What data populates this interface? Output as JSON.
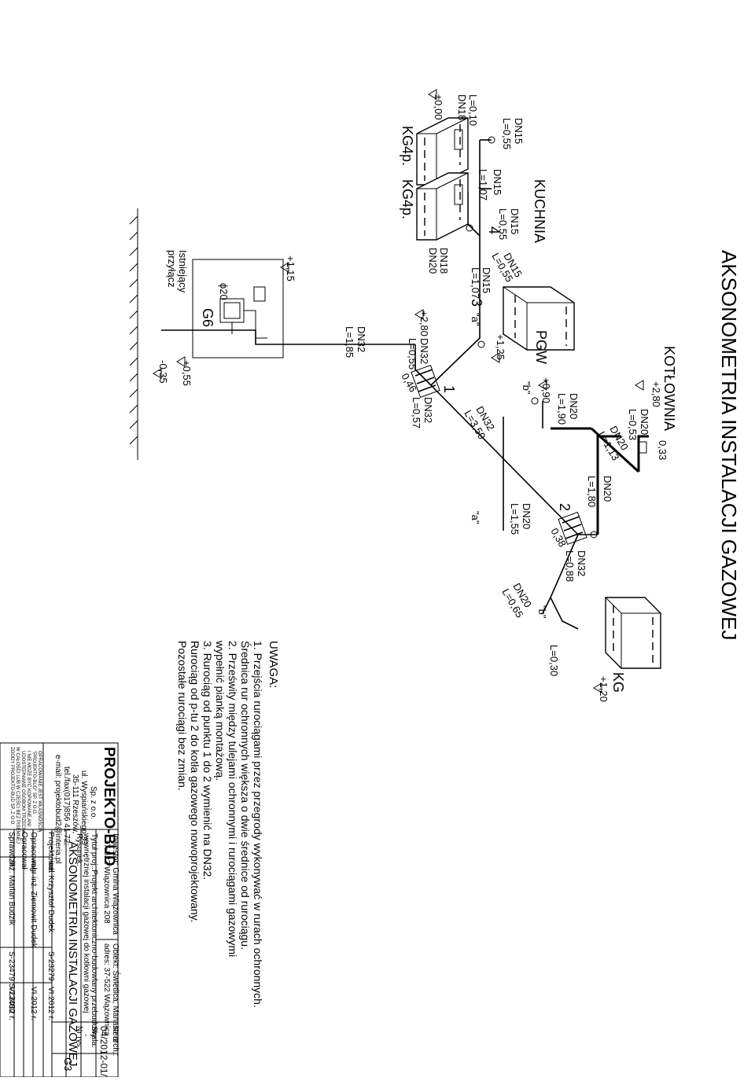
{
  "drawing": {
    "title": "AKSONOMETRIA INSTALACJI GAZOWEJ",
    "rooms": {
      "kitchen": "KUCHNIA",
      "boiler_room": "KOTŁOWNIA"
    },
    "devices": {
      "kg4_a": "KG4p.",
      "kg4_b": "KG4p.",
      "pgw": "PGW",
      "kg": "KG",
      "meter": "G6",
      "meter_dn": "ϕ20",
      "existing": [
        "Istniejący",
        "przyłącz"
      ]
    },
    "points": {
      "p1": "1",
      "p2": "2",
      "p3": "3",
      "p4": "4",
      "a1": "\"a\"",
      "a2": "\"a\"",
      "b1": "\"b\"",
      "b2": "\"b\""
    },
    "elevations": {
      "e000": "±0,00",
      "e115": "+1,15",
      "e055": "+0,55",
      "em035": "-0,35",
      "e280a": "+2,80",
      "e125": "+1,25",
      "e090": "+0,90",
      "e280b": "+2,80",
      "e033": "0,33",
      "e120": "+1,20",
      "e046": "0,46",
      "e038": "0,38"
    },
    "pipes": {
      "p_dn18_010": [
        "DN18",
        "L=0,10"
      ],
      "p_dn15_055a": [
        "DN15",
        "L=0,55"
      ],
      "p_dn15_107a": [
        "DN15",
        "L=1,07"
      ],
      "p_dn15_055b": [
        "DN15",
        "L=0,55"
      ],
      "p_dn18_dn20": [
        "DN18",
        "DN20"
      ],
      "p_dn15_055c": [
        "DN15",
        "L=0,55"
      ],
      "p_dn15_107b": [
        "L=1,07",
        "DN15"
      ],
      "p_dn32_185": [
        "DN32",
        "L=1,85"
      ],
      "p_dn32_055": [
        "DN32",
        "L=0,55"
      ],
      "p_dn32_057": [
        "DN32",
        "L=0,57"
      ],
      "p_dn32_350": [
        "DN32",
        "L=3,50"
      ],
      "p_dn20_190": [
        "DN20",
        "L=1,90"
      ],
      "p_dn20_053": [
        "DN20",
        "L=0,53"
      ],
      "p_dn20_113": [
        "DN20",
        "L=1,13"
      ],
      "p_dn20_180": [
        "DN20",
        "L=1,80"
      ],
      "p_dn20_155": [
        "DN20",
        "L=1,55"
      ],
      "p_dn32_088": [
        "DN32",
        "L=0,88"
      ],
      "p_dn20_065": [
        "DN20",
        "L=0,65"
      ],
      "p_030": "L=0,30"
    }
  },
  "notes": {
    "heading": "UWAGA:",
    "lines": [
      "1. Przejścia rurociągami przez przegrody wykonywać w rurach ochronnych.",
      "    Średnica rur ochronnych większa o dwie średnice od rurociągu.",
      "2. Prześwity między tulejami ochronnymi i rurociągami gazowymi",
      "    wypełnić pianką montażową.",
      "3. Rurociąg od punktu 1 do 2 wymienić na DN32.",
      "    Rurociąg od p-tu 2 do kotła gazowego nowoprojektowany.",
      "    Pozostałe rurociągi bez zmian."
    ]
  },
  "title_block": {
    "firm": "PROJEKTO-BUD",
    "firm_sub": "Sp. z o.o.",
    "address": [
      "ul. Wyspiańskiego 33",
      "35-111 Rzeszów,",
      "tel./fax(017)856 41 72;",
      "e-mail: projektobud2@interia.pl"
    ],
    "copyright": [
      "OPRACOWANIE JEST WŁASNOŚCIĄ",
      "\"PROJEKTO-BUD\" SP. Z O.O.",
      "I NIE MOŻE BYĆ KOPIOWANE ANI",
      "UDOSTĘPNIANE OSOBOM TRZECIM",
      "W CAŁOŚCI LUB W CZĘŚCI BEZ PISEMNEJ",
      "ZGODY PROJEKTO-BUD SP. Z O.O."
    ],
    "investor": [
      "Inwestor: Gmina Wiązownica",
      "37-522 Wiązownica 208"
    ],
    "object": [
      "Obiekt: Świetlica, Manasterz",
      "adres: 37-522 Wiązownica"
    ],
    "project_title": [
      "Tytuł proj.:Projekt architektoniczno-budowlany przebudowy",
      "wewnętrznej instalacji gazowej do kotłowni gazowej"
    ],
    "drawing_label": "Rysunek:",
    "drawing_name": "AKSONOMETRIA INSTALACJI GAZOWEJ",
    "nr_arch_label": "Nr arch.:",
    "nr_arch": "04/2012-01/S",
    "scale_label": "Skala:",
    "scale": "-",
    "nr_rys_label": "Nr rys.",
    "nr_rys": "G3",
    "roles": [
      {
        "role": "Projektował",
        "name": "inż. Krzysztof Dudek",
        "lic": "S-23279",
        "date": "VI.2012 r."
      },
      {
        "role": "Opracował",
        "name": "mgr inż. Ziemowit Dudek",
        "lic": "",
        "date": "VI.2012 r."
      },
      {
        "role": "Opracował",
        "name": "",
        "lic": "",
        "date": ""
      },
      {
        "role": "Sprawdził",
        "name": "inż. Marian Budzik",
        "lic": "S-23479\nS-23480",
        "date": "VI.2012 r."
      }
    ]
  }
}
